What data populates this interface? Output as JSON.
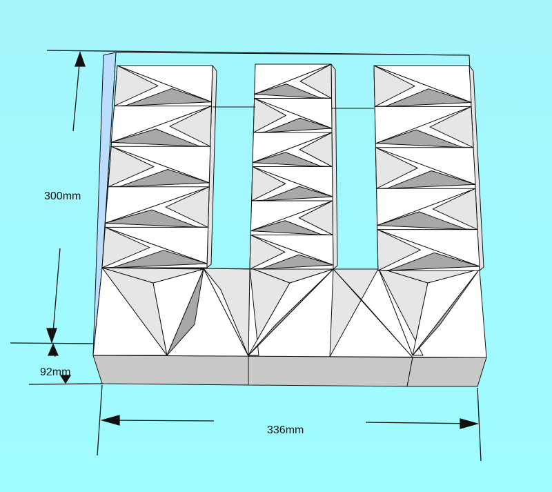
{
  "dimensions": {
    "height": "300mm",
    "thickness": "92mm",
    "width": "336mm"
  },
  "colors": {
    "background": "#a0fbff",
    "face_light": "#ffffff",
    "face_mid": "#e6e6e6",
    "face_dark": "#a8a8a8",
    "base_front": "#c9c9c9",
    "line": "#111111"
  }
}
